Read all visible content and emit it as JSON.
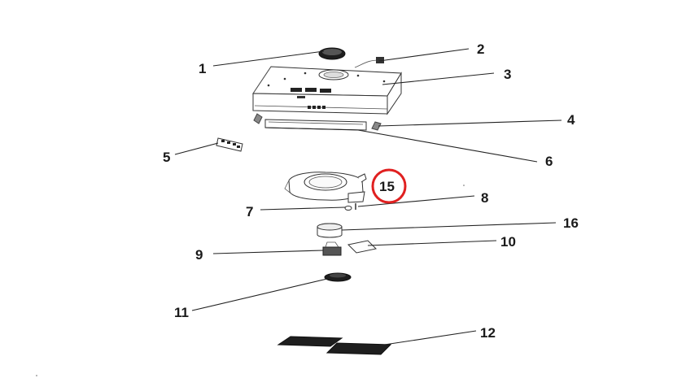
{
  "callouts": [
    "1",
    "2",
    "3",
    "4",
    "5",
    "6",
    "7",
    "8",
    "9",
    "10",
    "11",
    "12",
    "15",
    "16"
  ],
  "highlight": {
    "label": "15",
    "color": "#e02020"
  }
}
